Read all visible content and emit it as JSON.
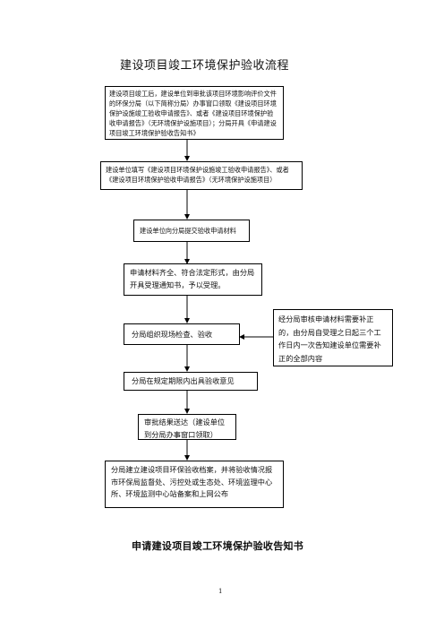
{
  "title": "建设项目竣工环境保护验收流程",
  "steps": [
    "建设项目竣工后，建设单位到审批该项目环境影响评价文件的环保分局（以下简称分局）办事窗口领取《建设项目环境保护设施竣工验收申请报告》、或者《建设项目环境保护验收申请报告》（无环境保护设施项目）；分局开具《申请建设项目竣工环境保护验收告知书》",
    "建设单位填写《建设项目环境保护设施竣工验收申请报告》、或者《建设项目环境保护验收申请报告》（无环境保护设施项目）",
    "建设单位向分局提交验收申请材料",
    "申请材料齐全、符合法定形式，由分局开具受理通知书，予以受理。",
    "分局组织现场检查、验收",
    "分局在规定期限内出具验收意见",
    "审批结果送达（建设单位到分局办事窗口领取）",
    "分局建立建设项目环保验收档案，并将验收情况报市环保局监督处、污控处或生态处、环境监理中心所、环境监测中心站备案和上网公布"
  ],
  "side_note": "经分局审核申请材料需要补正的，由分局自受理之日起三个工作日内一次告知建设单位需要补正的全部内容",
  "subtitle": "申请建设项目竣工环境保护验收告知书",
  "page_number": "1"
}
